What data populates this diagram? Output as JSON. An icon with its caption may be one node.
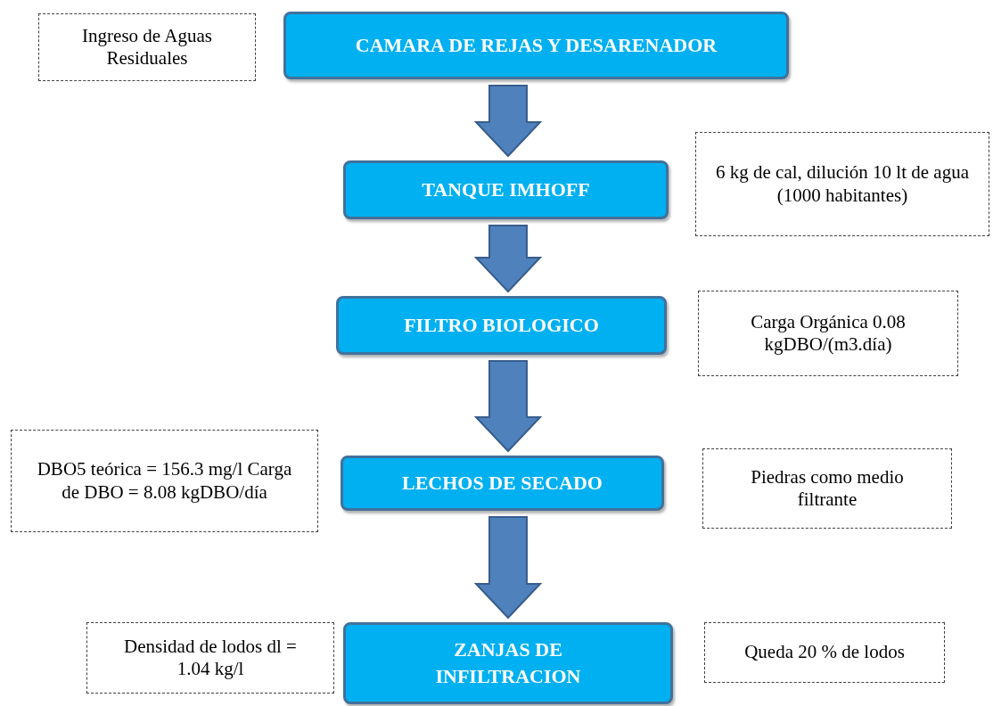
{
  "diagram": {
    "nodes": [
      {
        "text": [
          "Ingreso de Aguas Residuales"
        ]
      },
      {
        "text": [
          "CAMARA DE REJAS Y DESARENADOR"
        ]
      },
      {
        "text": [
          "TANQUE IMHOFF"
        ]
      },
      {
        "text": [
          "6 kg de cal, dilución 10 lt de agua (1000 habitantes)"
        ]
      },
      {
        "text": [
          "FILTRO BIOLOGICO"
        ]
      },
      {
        "text": [
          "Carga Orgánica 0.08 kgDBO/(m3.día)"
        ]
      },
      {
        "text": [
          "DBO5 teórica = 156.3 mg/l Carga de DBO = 8.08 kgDBO/día"
        ]
      },
      {
        "text": [
          "LECHOS DE SECADO"
        ]
      },
      {
        "text": [
          "Piedras como medio filtrante"
        ]
      },
      {
        "text": [
          "Densidad de lodos dl = 1.04 kg/l"
        ]
      },
      {
        "text": [
          "ZANJAS DE INFILTRACION"
        ]
      },
      {
        "text": [
          "Queda 20 % de lodos"
        ]
      }
    ],
    "edges": [
      {
        "from": 1,
        "to": 2,
        "arrow": "to"
      },
      {
        "from": 2,
        "to": 4,
        "arrow": "to"
      },
      {
        "from": 4,
        "to": 7,
        "arrow": "to"
      },
      {
        "from": 7,
        "to": 10,
        "arrow": "to"
      }
    ]
  }
}
